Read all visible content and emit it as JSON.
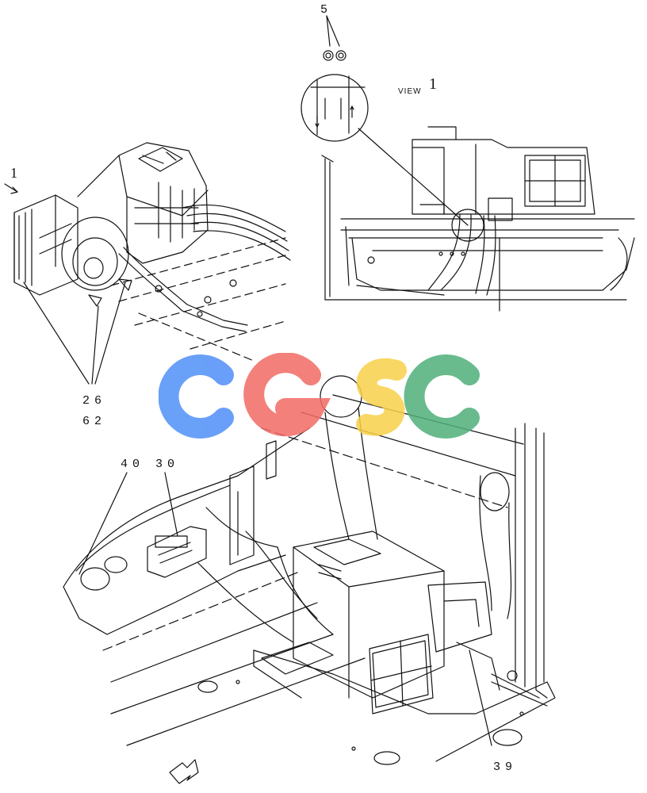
{
  "diagram": {
    "callouts": {
      "c5": "5",
      "c1_left": "1",
      "c26": "26",
      "c62": "62",
      "c40": "40",
      "c30": "30",
      "c39": "39"
    },
    "view_label": "VIEW",
    "view_id": "1"
  },
  "watermark": {
    "letters": [
      "C",
      "G",
      "S",
      "C"
    ],
    "colors": [
      "#4f8ff7",
      "#f26b64",
      "#f9d14a",
      "#4fb07a"
    ]
  }
}
